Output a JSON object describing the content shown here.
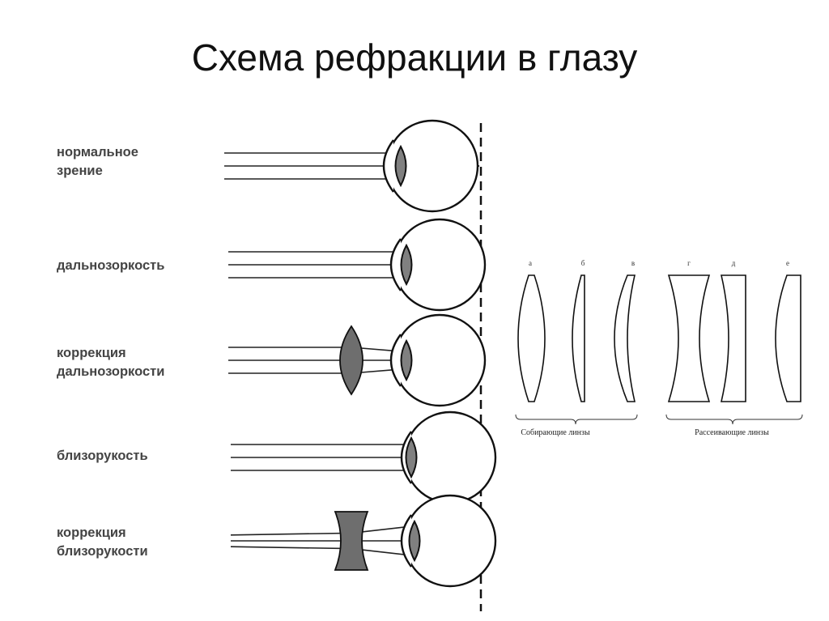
{
  "title": "Схема рефракции в глазу",
  "rows": [
    {
      "lines": [
        "нормальное",
        "зрение"
      ],
      "condition": "normal",
      "corrective_lens": "none"
    },
    {
      "lines": [
        "дальнозоркость"
      ],
      "condition": "hyperopia",
      "corrective_lens": "none"
    },
    {
      "lines": [
        "коррекция",
        "дальнозоркости"
      ],
      "condition": "normal",
      "corrective_lens": "converging"
    },
    {
      "lines": [
        "близорукость"
      ],
      "condition": "myopia",
      "corrective_lens": "none"
    },
    {
      "lines": [
        "коррекция",
        "близорукости"
      ],
      "condition": "normal",
      "corrective_lens": "diverging"
    }
  ],
  "lens_types": {
    "letters": [
      "а",
      "б",
      "в",
      "г",
      "д",
      "е"
    ],
    "converging_caption": "Собирающие линзы",
    "diverging_caption": "Рассеивающие линзы"
  },
  "colors": {
    "lens_fill": "#808080",
    "glass_fill": "#6e6e6e",
    "line": "#111111"
  }
}
